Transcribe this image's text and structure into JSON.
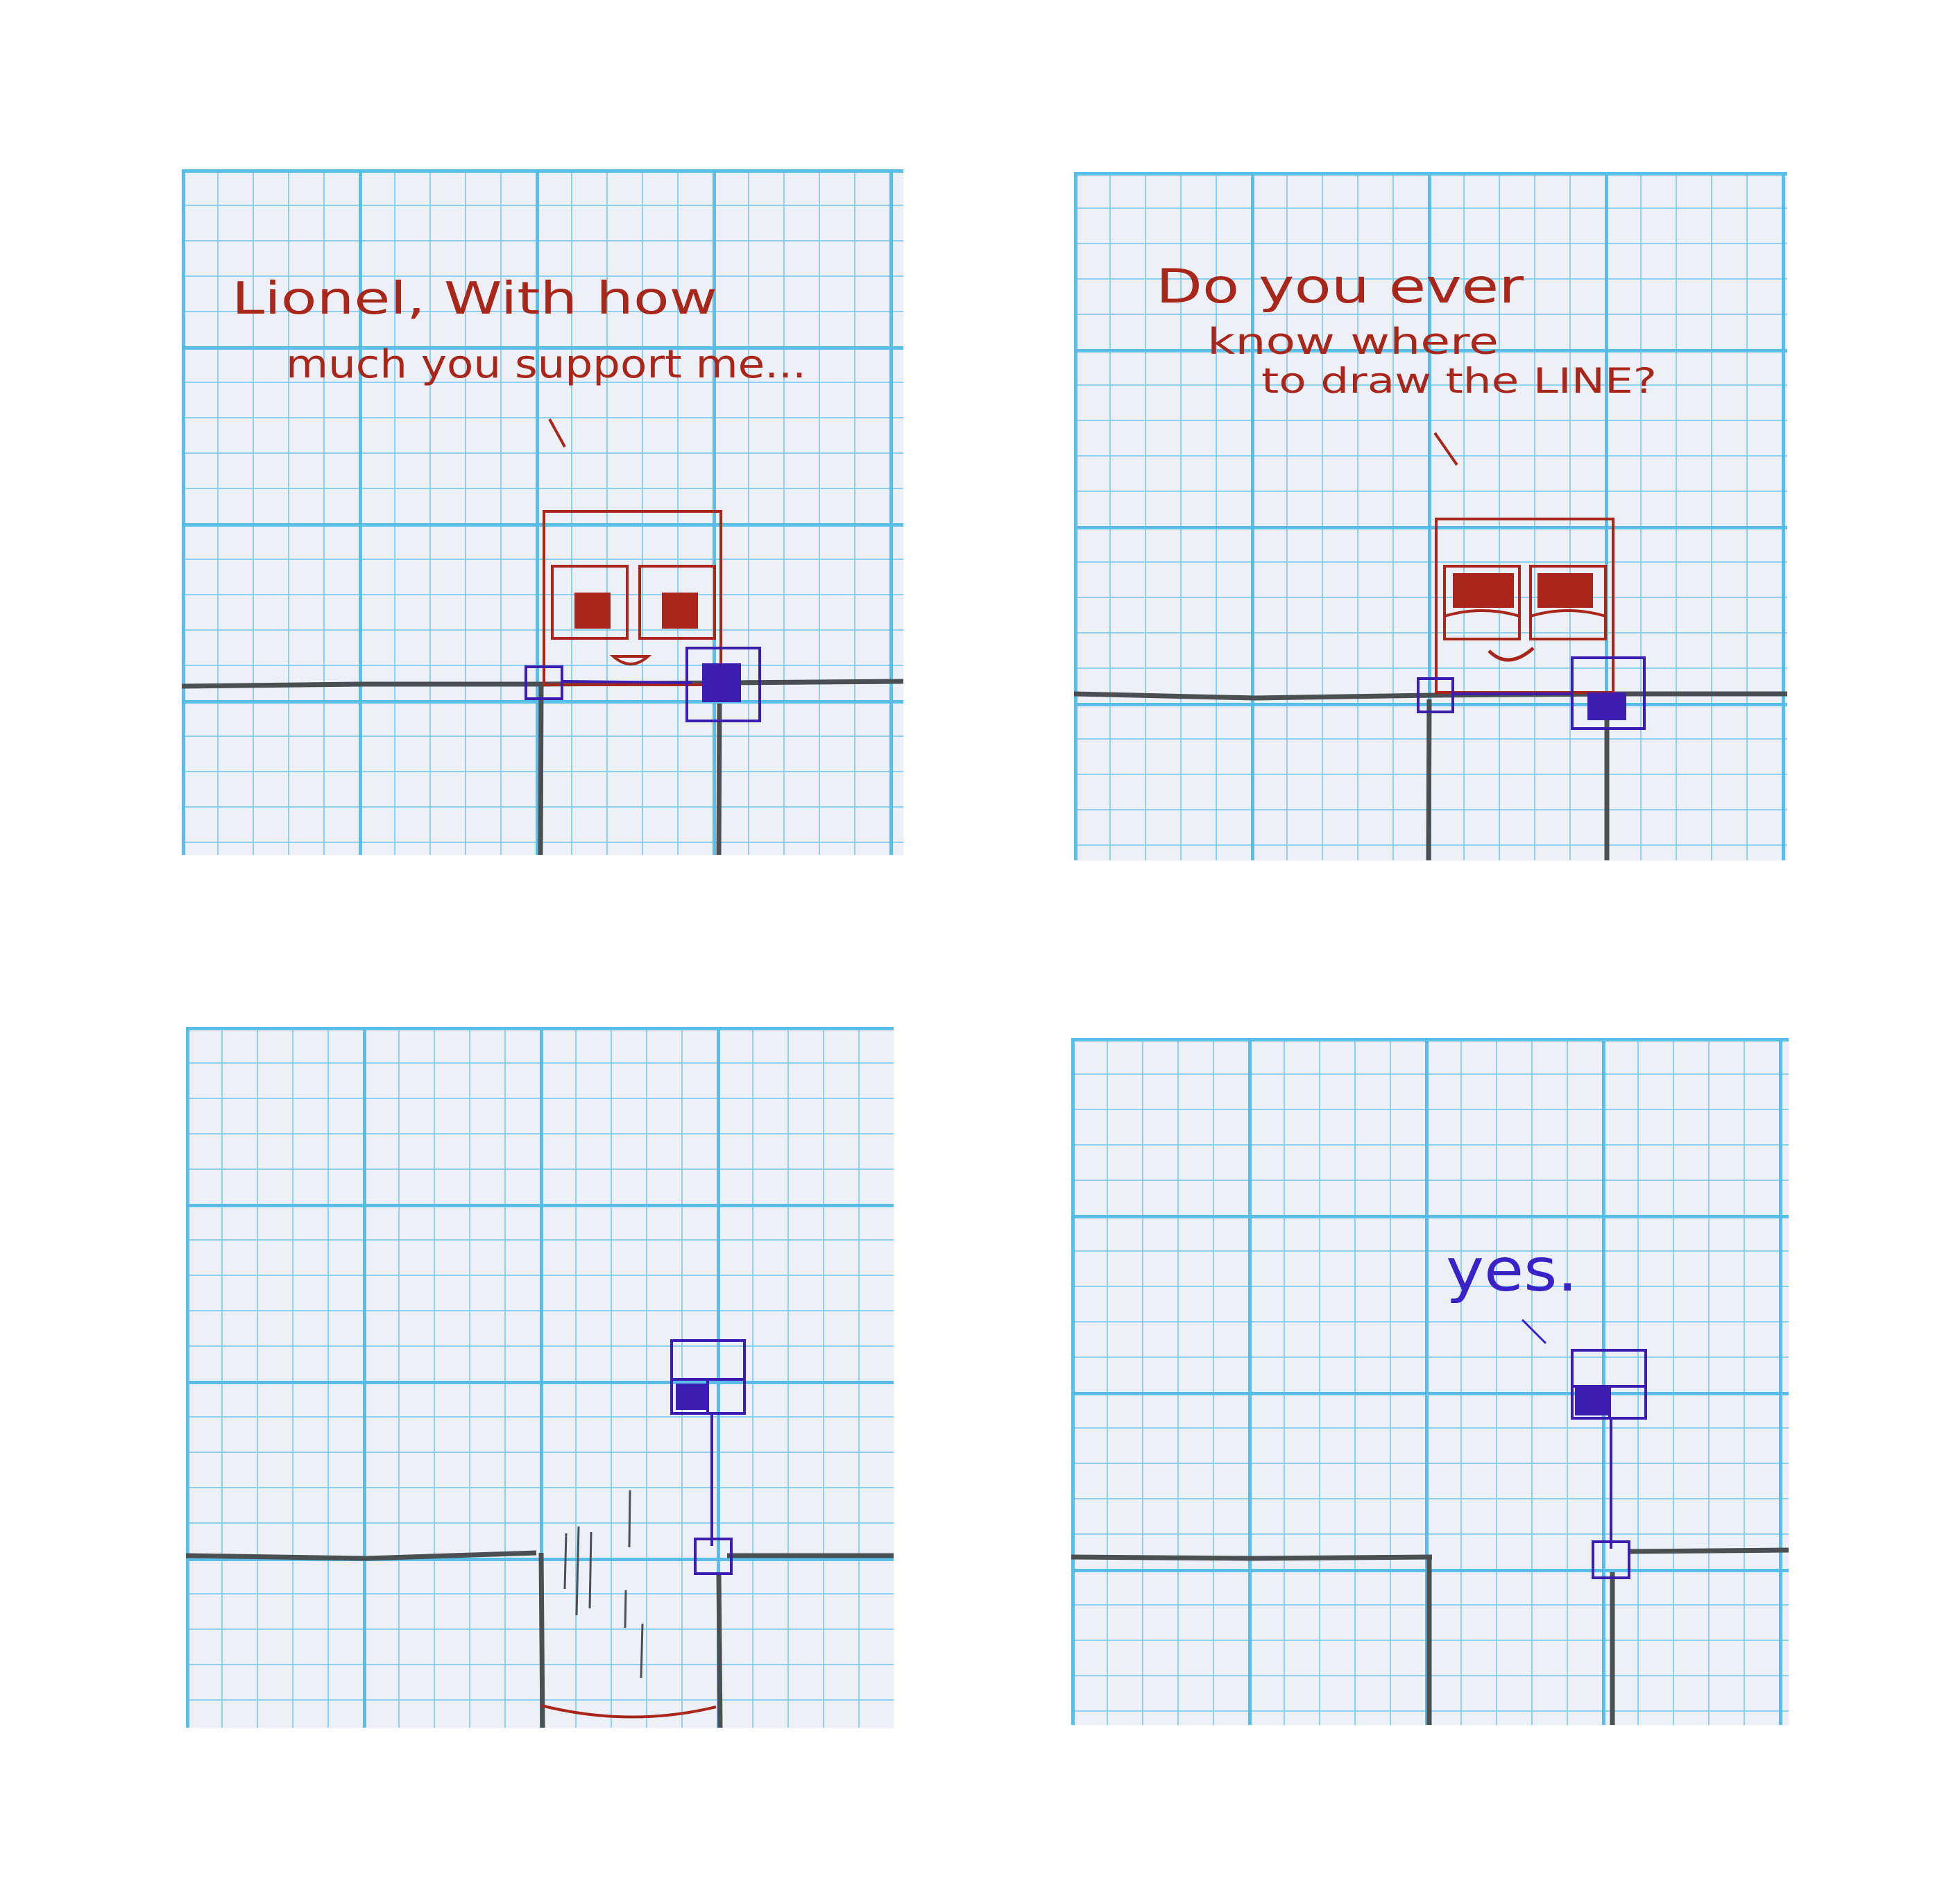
{
  "comic": {
    "colors": {
      "paper": "#eef0f7",
      "grid_major": "#54bce8",
      "grid_minor": "#7cccee",
      "line": "#4a4f52",
      "red_character": "#a8261a",
      "blue_character": "#3b1eb0",
      "red_text": "#a8261a",
      "blue_text": "#3b22c8"
    },
    "panels": [
      {
        "speaker": "red square",
        "lines": [
          "Lionel, With how",
          "much you support me..."
        ]
      },
      {
        "speaker": "red square",
        "lines": [
          "Do you ever",
          "know where",
          "to draw the LINE?"
        ]
      },
      {
        "speaker": "none",
        "lines": []
      },
      {
        "speaker": "blue square",
        "lines": [
          "yes."
        ]
      }
    ]
  }
}
